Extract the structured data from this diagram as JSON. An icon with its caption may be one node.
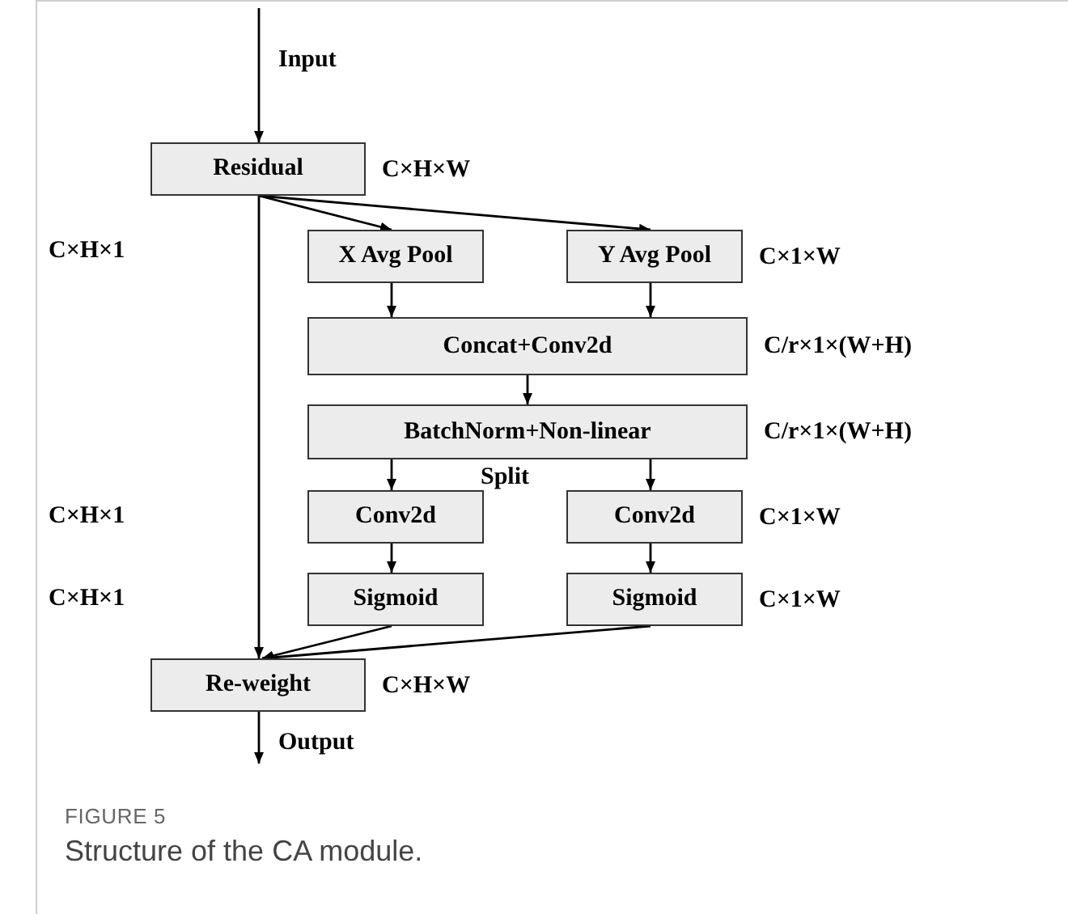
{
  "diagram": {
    "caption": "Structure of the CA module.",
    "nodes": [
      {
        "text": [
          "Residual"
        ],
        "beside": [
          "C×H×W"
        ]
      },
      {
        "text": [
          "X Avg Pool"
        ]
      },
      {
        "text": [
          "Y Avg Pool"
        ],
        "beside": [
          "C×1×W"
        ]
      },
      {
        "text": [
          "Concat+Conv2d"
        ],
        "beside": [
          "C/r×1×(W+H)"
        ]
      },
      {
        "text": [
          "BatchNorm+Non-linear"
        ],
        "beside": [
          "C/r×1×(W+H)"
        ]
      },
      {
        "text": [
          "Conv2d"
        ]
      },
      {
        "text": [
          "Conv2d"
        ],
        "beside": [
          "C×1×W"
        ]
      },
      {
        "text": [
          "Sigmoid"
        ]
      },
      {
        "text": [
          "Sigmoid"
        ],
        "beside": [
          "C×1×W"
        ]
      },
      {
        "text": [
          "Re-weight"
        ],
        "beside": [
          "C×H×W"
        ]
      }
    ],
    "edges": [
      {
        "from": null,
        "to": 0,
        "arrow": "to",
        "label": "Input"
      },
      {
        "from": 0,
        "to": 1,
        "arrow": "to"
      },
      {
        "from": 0,
        "to": 2,
        "arrow": "to"
      },
      {
        "from": 0,
        "to": 9,
        "arrow": "to"
      },
      {
        "from": 1,
        "to": 3,
        "arrow": "to"
      },
      {
        "from": 2,
        "to": 3,
        "arrow": "to"
      },
      {
        "from": 3,
        "to": 4,
        "arrow": "to"
      },
      {
        "from": 4,
        "to": 5,
        "arrow": "to"
      },
      {
        "from": 4,
        "to": 6,
        "arrow": "to"
      },
      {
        "from": 5,
        "to": 7,
        "arrow": "to"
      },
      {
        "from": 6,
        "to": 8,
        "arrow": "to"
      },
      {
        "from": 7,
        "to": 9,
        "arrow": "to"
      },
      {
        "from": 8,
        "to": 9,
        "arrow": "to"
      },
      {
        "from": 9,
        "to": null,
        "arrow": "to",
        "label": "Output"
      }
    ],
    "labels": [
      "C×H×1",
      "Split",
      "C×H×1",
      "C×H×1",
      "FIGURE 5"
    ]
  }
}
